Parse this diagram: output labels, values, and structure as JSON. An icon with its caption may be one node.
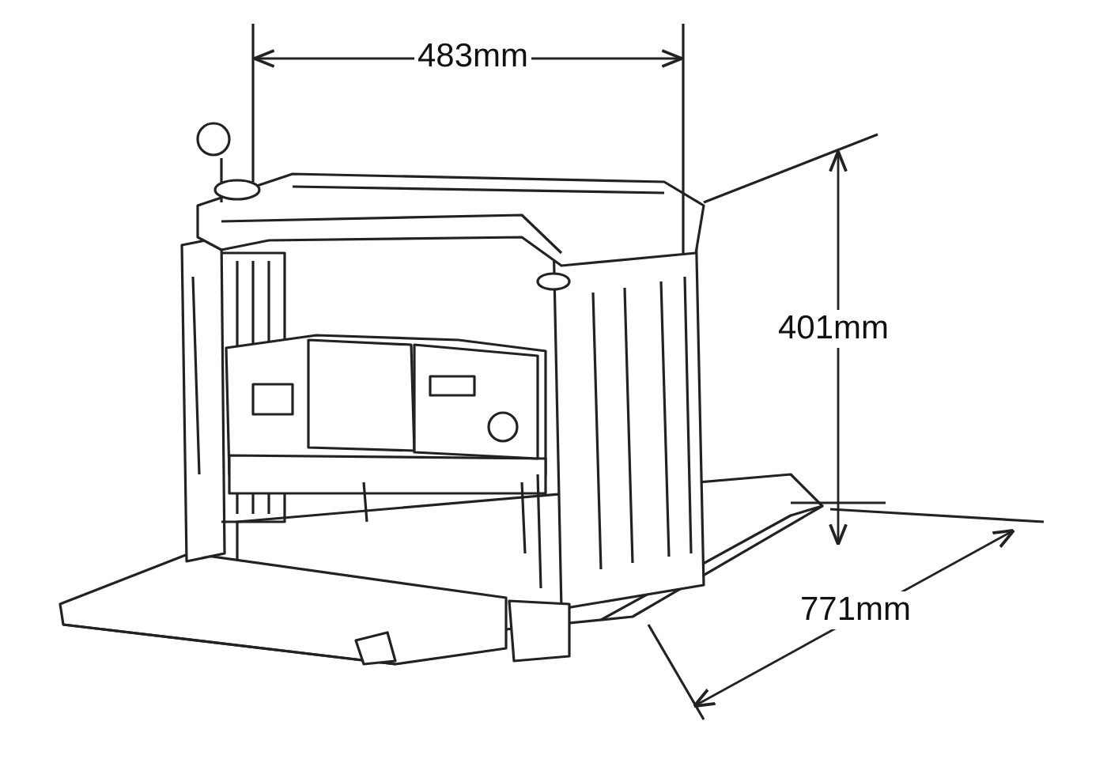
{
  "diagram": {
    "labels": [
      "483mm",
      "401mm",
      "771mm"
    ]
  }
}
